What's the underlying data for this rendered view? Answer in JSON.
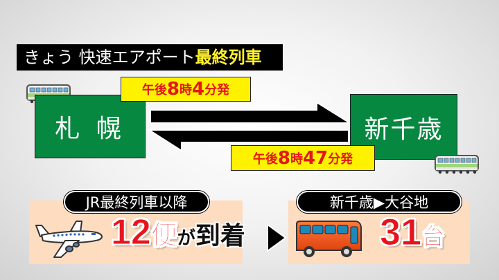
{
  "title": {
    "prefix": "きょう 快速エアポート",
    "highlight": "最終列車",
    "highlight_color": "#fff22a"
  },
  "route": {
    "from_station": "札 幌",
    "to_station": "新千歳",
    "station_color": "#078840",
    "departure_from_sapporo": {
      "prefix": "午後",
      "hour": "8",
      "hour_unit": "時",
      "minute": "4",
      "minute_unit": "分発"
    },
    "departure_from_chitose": {
      "prefix": "午後",
      "hour": "8",
      "hour_unit": "時",
      "minute": "47",
      "minute_unit": "分発"
    },
    "badge_color": "#fff200",
    "badge_text_color": "#e31717"
  },
  "arrivals": {
    "label": "JR最終列車以降",
    "count": "12",
    "unit": "便",
    "suffix_small": "が",
    "suffix": "到着",
    "icon": "airplane-icon"
  },
  "buses": {
    "label": "新千歳▶大谷地",
    "count": "31",
    "unit": "台",
    "icon": "bus-icon"
  },
  "colors": {
    "panel": "#fddcc0",
    "number_red": "#e8141b"
  }
}
